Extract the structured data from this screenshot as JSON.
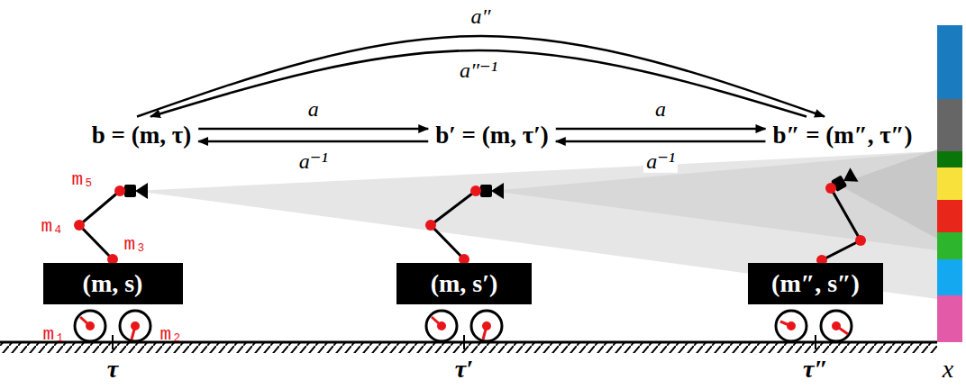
{
  "diagram": {
    "nodes": [
      {
        "text": [
          "b = (m, τ)"
        ]
      },
      {
        "text": [
          "b′ = (m, τ′)"
        ]
      },
      {
        "text": [
          "b″ = (m″, τ″)"
        ]
      },
      {
        "text": [
          "(m, s)"
        ]
      },
      {
        "text": [
          "(m, s′)"
        ]
      },
      {
        "text": [
          "(m″, s″)"
        ]
      }
    ],
    "edges": [
      {
        "from": 0,
        "to": 1,
        "label": "a",
        "arrow": "to"
      },
      {
        "from": 1,
        "to": 0,
        "label": "a⁻¹",
        "arrow": "to"
      },
      {
        "from": 1,
        "to": 2,
        "label": "a",
        "arrow": "to"
      },
      {
        "from": 2,
        "to": 1,
        "label": "a⁻¹",
        "arrow": "to"
      },
      {
        "from": 0,
        "to": 2,
        "label": "a″",
        "arrow": "to"
      },
      {
        "from": 2,
        "to": 0,
        "label": "a″⁻¹",
        "arrow": "to"
      }
    ],
    "labels": [
      "m₅",
      "m₄",
      "m₃",
      "m₁",
      "m₂",
      "τ",
      "τ′",
      "τ″",
      "x"
    ]
  }
}
